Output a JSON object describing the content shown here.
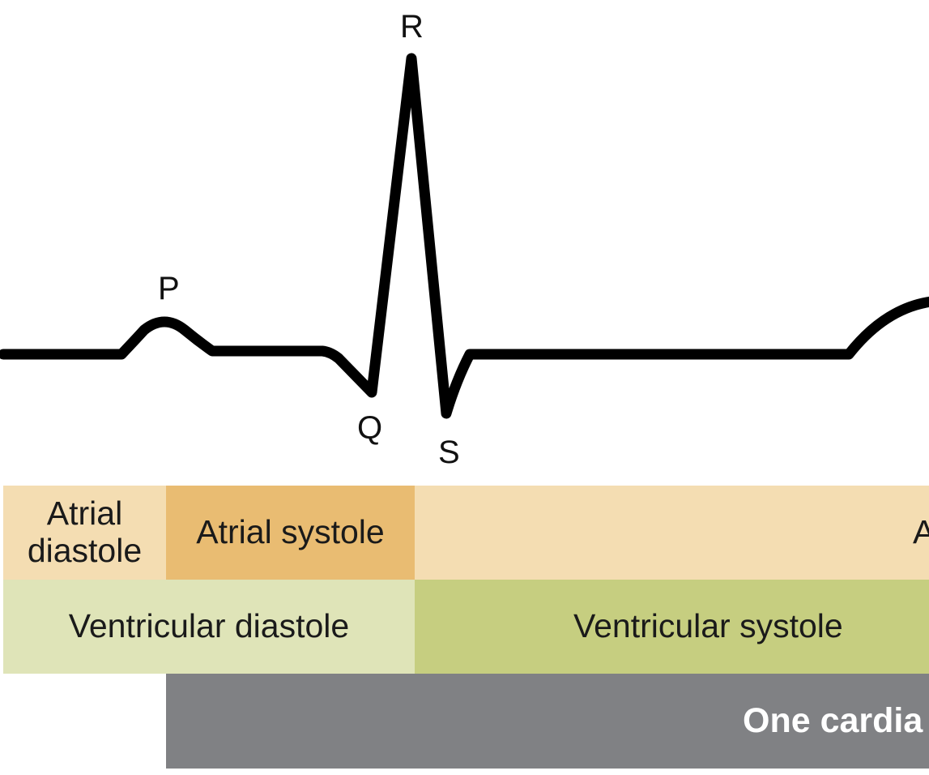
{
  "waveform": {
    "labels": {
      "p": "P",
      "q": "Q",
      "r": "R",
      "s": "S"
    },
    "line_color": "#000000"
  },
  "phases": {
    "atrial_diastole_1": {
      "label": "Atrial diastole",
      "color": "#f4ddb2"
    },
    "atrial_systole": {
      "label": "Atrial systole",
      "color": "#e9bc72"
    },
    "atrial_diastole_2": {
      "label": "A",
      "color": "#f4ddb2"
    },
    "ventricular_diastole": {
      "label": "Ventricular diastole",
      "color": "#dfe4b8"
    },
    "ventricular_systole": {
      "label": "Ventricular systole",
      "color": "#c6ce80"
    },
    "cardiac_cycle": {
      "label": "One cardia",
      "color": "#808184"
    }
  }
}
